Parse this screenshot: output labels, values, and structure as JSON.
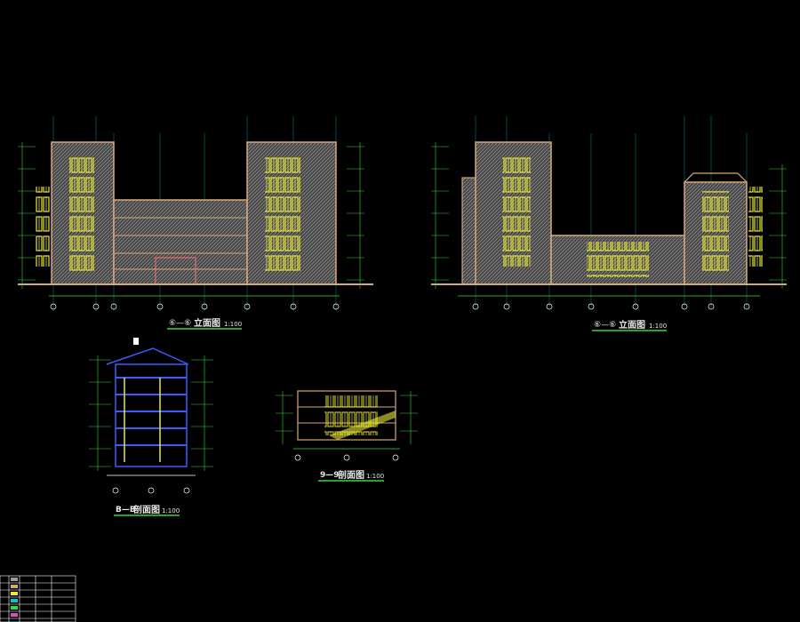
{
  "colors": {
    "background": "#000000",
    "facade": "#d8a878",
    "window": "#e8e838",
    "hatch": "#9a9a9a",
    "grid": "#00c8c8",
    "dim": "#38d838",
    "title_line": "#e8e8e8",
    "section": "#3a5cff",
    "section_fill": "#c07040",
    "white": "#ffffff",
    "magenta": "#d050d0"
  },
  "drawings": [
    {
      "id": "elev-left",
      "title_marks": "⑥—⑥",
      "title": "立面图",
      "scale": "1:100"
    },
    {
      "id": "elev-right",
      "title_marks": "⑥—⑥",
      "title": "立面图",
      "scale": "1:100"
    },
    {
      "id": "sect-bb",
      "title_marks": "B—B",
      "title": "剖面图",
      "scale": "1:100"
    },
    {
      "id": "sect-99",
      "title_marks": "9—9",
      "title": "剖面图",
      "scale": "1:100"
    }
  ]
}
